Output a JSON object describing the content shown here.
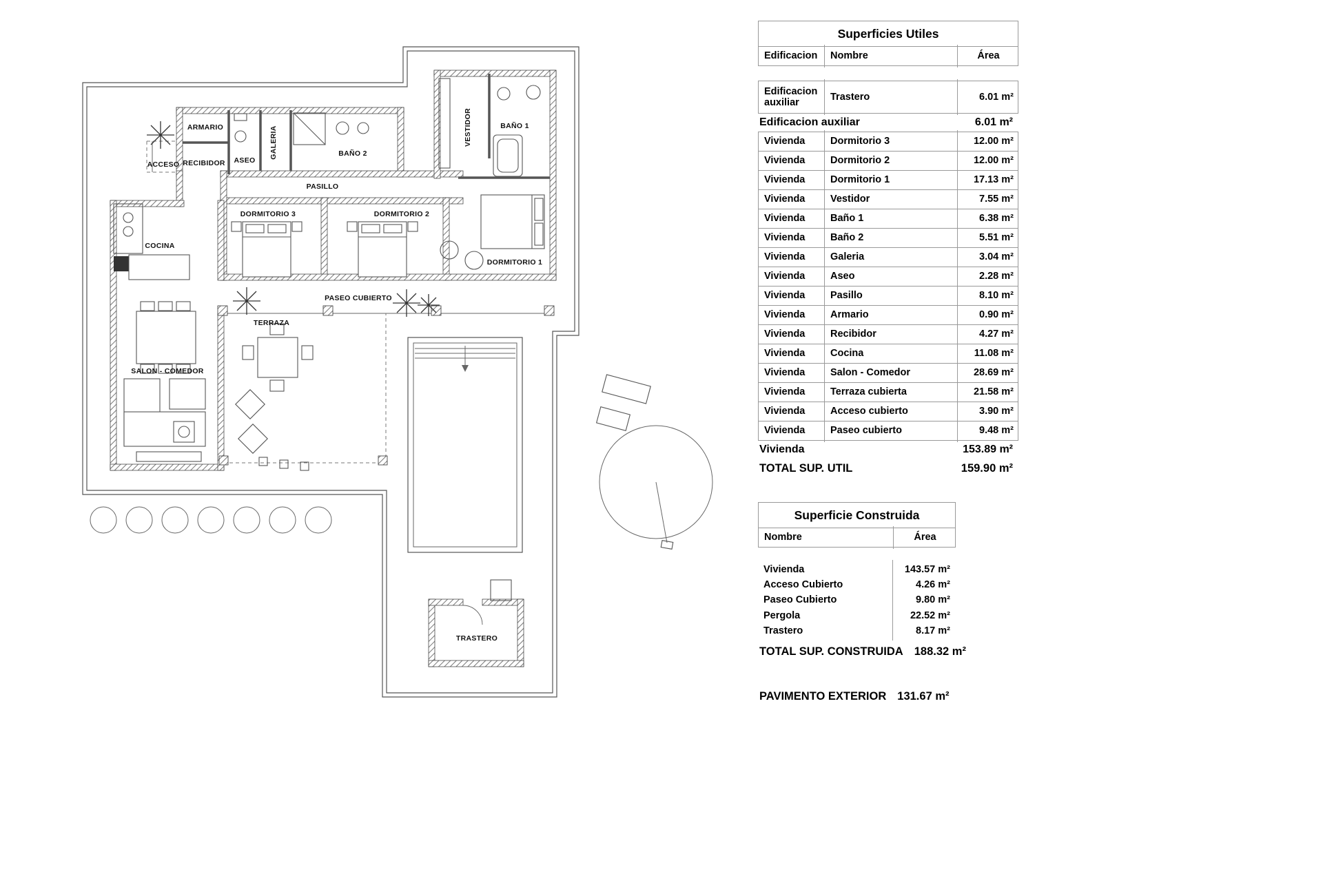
{
  "plan": {
    "rooms": {
      "acceso": "ACCESO",
      "recibidor": "RECIBIDOR",
      "armario": "ARMARIO",
      "aseo": "ASEO",
      "galeria": "GALERIA",
      "bano2": "BAÑO 2",
      "pasillo": "PASILLO",
      "vestidor": "VESTIDOR",
      "bano1": "BAÑO 1",
      "dormitorio3": "DORMITORIO 3",
      "dormitorio2": "DORMITORIO 2",
      "dormitorio1": "DORMITORIO 1",
      "cocina": "COCINA",
      "salon": "SALON - COMEDOR",
      "terraza": "TERRAZA",
      "paseo": "PASEO CUBIERTO",
      "trastero": "TRASTERO"
    }
  },
  "tables": {
    "utiles": {
      "title": "Superficies Utiles",
      "headers": {
        "edificacion": "Edificacion",
        "nombre": "Nombre",
        "area": "Área"
      },
      "aux_row": {
        "edificacion": "Edificacion auxiliar",
        "nombre": "Trastero",
        "area": "6.01 m²"
      },
      "aux_total": {
        "label": "Edificacion auxiliar",
        "area": "6.01 m²"
      },
      "rows": [
        {
          "edificacion": "Vivienda",
          "nombre": "Dormitorio 3",
          "area": "12.00 m²"
        },
        {
          "edificacion": "Vivienda",
          "nombre": "Dormitorio 2",
          "area": "12.00 m²"
        },
        {
          "edificacion": "Vivienda",
          "nombre": "Dormitorio 1",
          "area": "17.13 m²"
        },
        {
          "edificacion": "Vivienda",
          "nombre": "Vestidor",
          "area": "7.55 m²"
        },
        {
          "edificacion": "Vivienda",
          "nombre": "Baño 1",
          "area": "6.38 m²"
        },
        {
          "edificacion": "Vivienda",
          "nombre": "Baño 2",
          "area": "5.51 m²"
        },
        {
          "edificacion": "Vivienda",
          "nombre": "Galeria",
          "area": "3.04 m²"
        },
        {
          "edificacion": "Vivienda",
          "nombre": "Aseo",
          "area": "2.28 m²"
        },
        {
          "edificacion": "Vivienda",
          "nombre": "Pasillo",
          "area": "8.10 m²"
        },
        {
          "edificacion": "Vivienda",
          "nombre": "Armario",
          "area": "0.90 m²"
        },
        {
          "edificacion": "Vivienda",
          "nombre": "Recibidor",
          "area": "4.27 m²"
        },
        {
          "edificacion": "Vivienda",
          "nombre": "Cocina",
          "area": "11.08 m²"
        },
        {
          "edificacion": "Vivienda",
          "nombre": "Salon - Comedor",
          "area": "28.69 m²"
        },
        {
          "edificacion": "Vivienda",
          "nombre": "Terraza cubierta",
          "area": "21.58 m²"
        },
        {
          "edificacion": "Vivienda",
          "nombre": "Acceso cubierto",
          "area": "3.90 m²"
        },
        {
          "edificacion": "Vivienda",
          "nombre": "Paseo cubierto",
          "area": "9.48 m²"
        }
      ],
      "vivienda_total": {
        "label": "Vivienda",
        "area": "153.89 m²"
      },
      "total": {
        "label": "TOTAL SUP. UTIL",
        "area": "159.90 m²"
      }
    },
    "construida": {
      "title": "Superficie Construida",
      "headers": {
        "nombre": "Nombre",
        "area": "Área"
      },
      "rows": [
        {
          "nombre": "Vivienda",
          "area": "143.57 m²"
        },
        {
          "nombre": "Acceso Cubierto",
          "area": "4.26 m²"
        },
        {
          "nombre": "Paseo Cubierto",
          "area": "9.80 m²"
        },
        {
          "nombre": "Pergola",
          "area": "22.52 m²"
        },
        {
          "nombre": "Trastero",
          "area": "8.17 m²"
        }
      ],
      "total": {
        "label": "TOTAL SUP. CONSTRUIDA",
        "area": "188.32 m²"
      }
    },
    "pavimento": {
      "label": "PAVIMENTO EXTERIOR",
      "area": "131.67 m²"
    }
  }
}
